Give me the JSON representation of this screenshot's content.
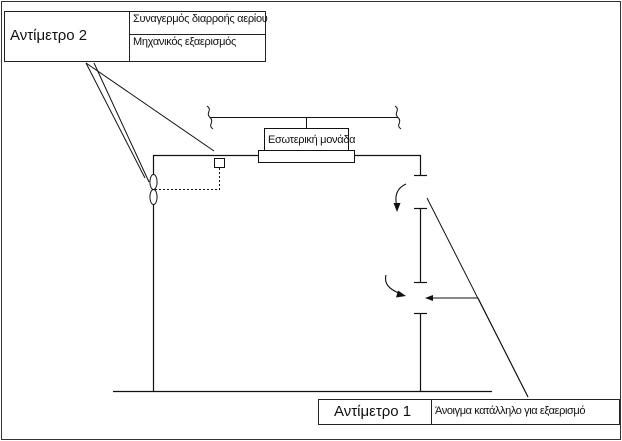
{
  "countermeasure2": {
    "title": "Αντίμετρο 2",
    "items": [
      "Συναγερμός διαρροής αερίου",
      "Μηχανικός εξαερισμός"
    ]
  },
  "indoor_unit": {
    "label": "Εσωτερική μονάδα"
  },
  "countermeasure1": {
    "title": "Αντίμετρο 1",
    "item": "Άνοιγμα κατάλληλο για εξαερισμό"
  },
  "colors": {
    "line": "#111111",
    "border": "#333333",
    "background": "#ffffff"
  }
}
